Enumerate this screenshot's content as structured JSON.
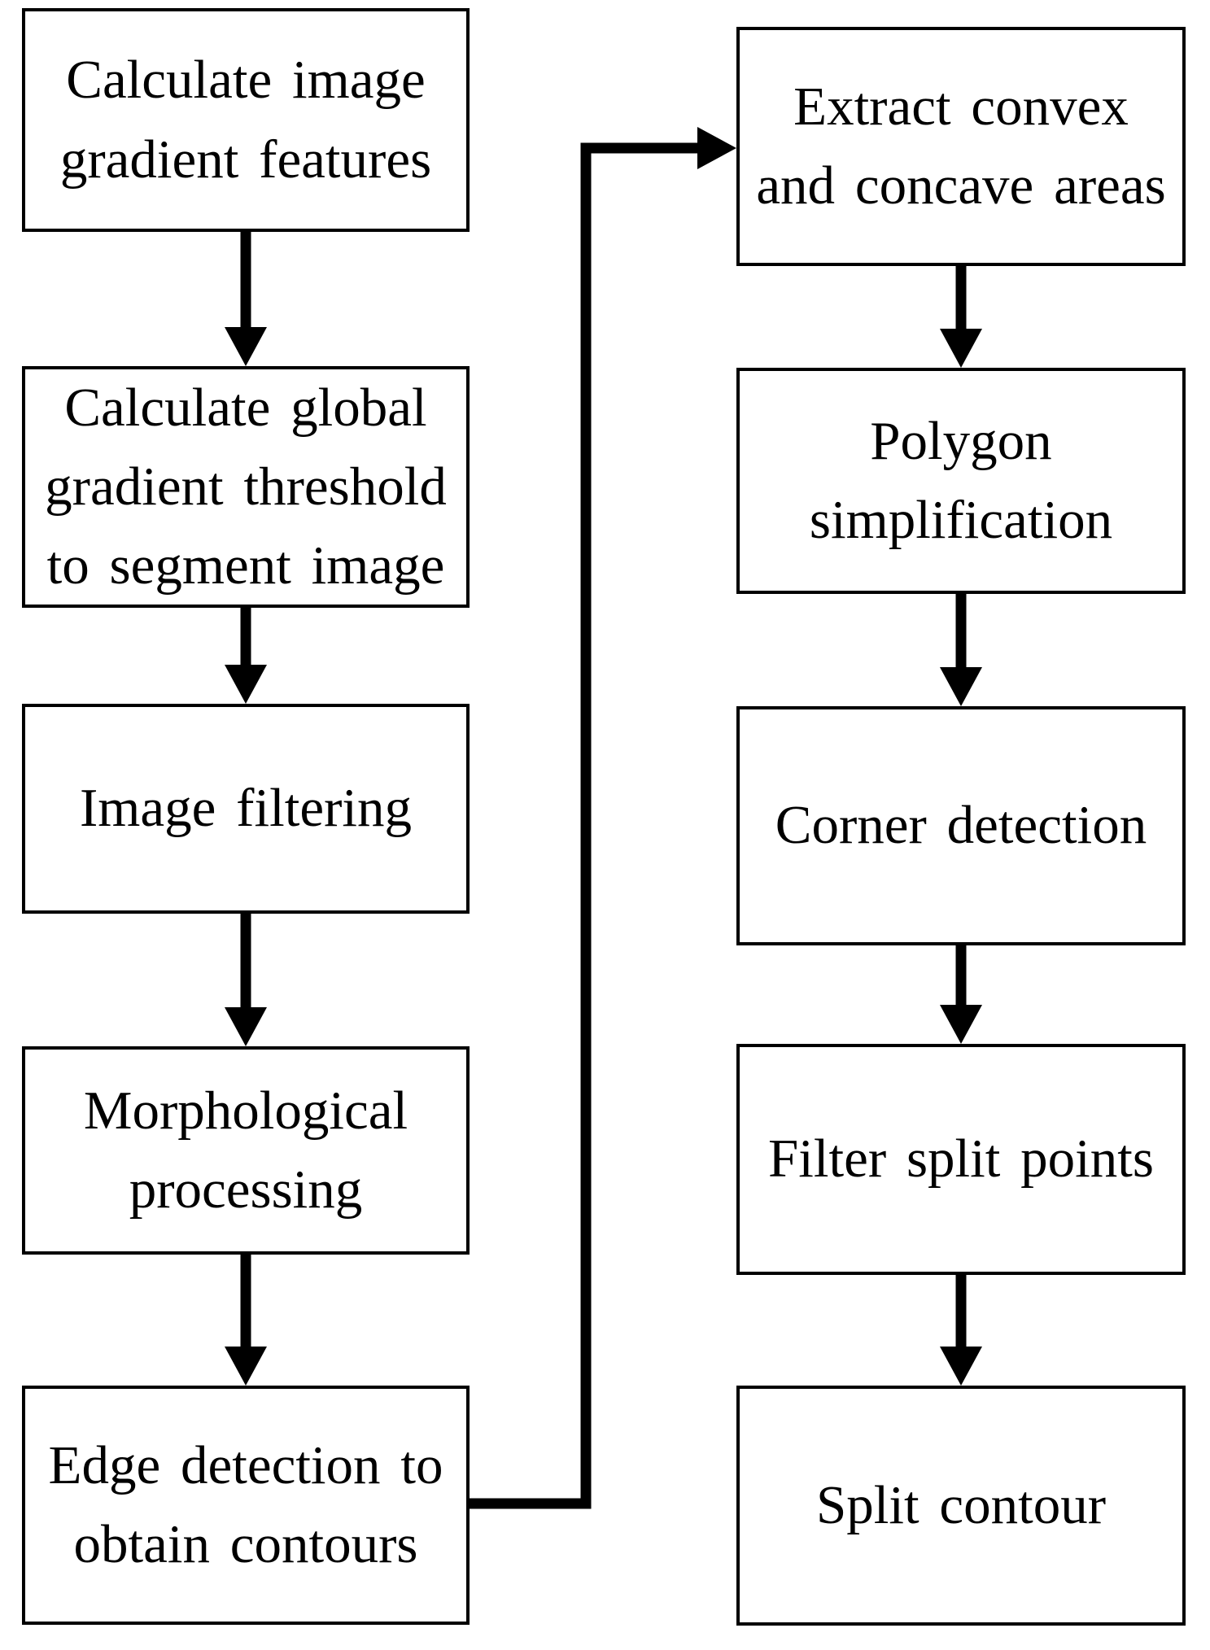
{
  "diagram": {
    "type": "flowchart",
    "colors": {
      "ink": "#000000",
      "paper": "#ffffff"
    },
    "left_column": {
      "boxes": [
        {
          "name": "calculate-image-gradient-features",
          "text": "Calculate image\ngradient features"
        },
        {
          "name": "calculate-global-gradient-threshold",
          "text": "Calculate global\ngradient threshold\nto segment image"
        },
        {
          "name": "image-filtering",
          "text": "Image filtering"
        },
        {
          "name": "morphological-processing",
          "text": "Morphological\nprocessing"
        },
        {
          "name": "edge-detection-obtain-contours",
          "text": "Edge detection to\nobtain contours"
        }
      ]
    },
    "right_column": {
      "boxes": [
        {
          "name": "extract-convex-concave-areas",
          "text": "Extract convex\nand concave areas"
        },
        {
          "name": "polygon-simplification",
          "text": "Polygon\nsimplification"
        },
        {
          "name": "corner-detection",
          "text": "Corner detection"
        },
        {
          "name": "filter-split-points",
          "text": "Filter split points"
        },
        {
          "name": "split-contour",
          "text": "Split contour"
        }
      ]
    },
    "edges": [
      {
        "from": "calculate-image-gradient-features",
        "to": "calculate-global-gradient-threshold"
      },
      {
        "from": "calculate-global-gradient-threshold",
        "to": "image-filtering"
      },
      {
        "from": "image-filtering",
        "to": "morphological-processing"
      },
      {
        "from": "morphological-processing",
        "to": "edge-detection-obtain-contours"
      },
      {
        "from": "edge-detection-obtain-contours",
        "to": "extract-convex-concave-areas"
      },
      {
        "from": "extract-convex-concave-areas",
        "to": "polygon-simplification"
      },
      {
        "from": "polygon-simplification",
        "to": "corner-detection"
      },
      {
        "from": "corner-detection",
        "to": "filter-split-points"
      },
      {
        "from": "filter-split-points",
        "to": "split-contour"
      }
    ]
  }
}
